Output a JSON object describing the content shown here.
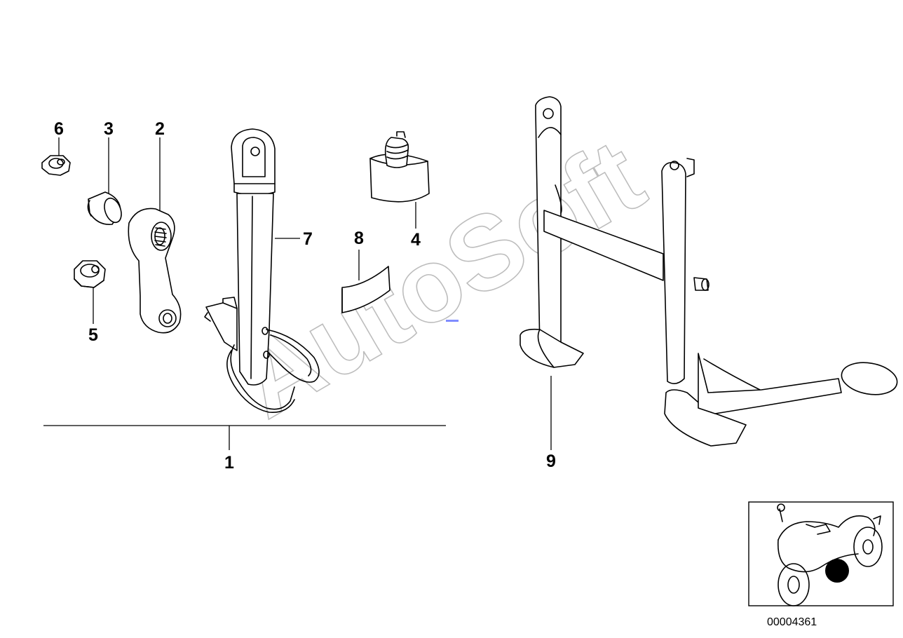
{
  "watermark": "AutoSoft",
  "document_number": "00004361",
  "callouts": {
    "c1": "1",
    "c2": "2",
    "c3": "3",
    "c4": "4",
    "c5": "5",
    "c6": "6",
    "c7": "7",
    "c8": "8",
    "c9": "9"
  },
  "colors": {
    "line": "#000000",
    "watermark": "#bdbdbd",
    "marker": "#000000",
    "accent": "#7f8cff"
  }
}
